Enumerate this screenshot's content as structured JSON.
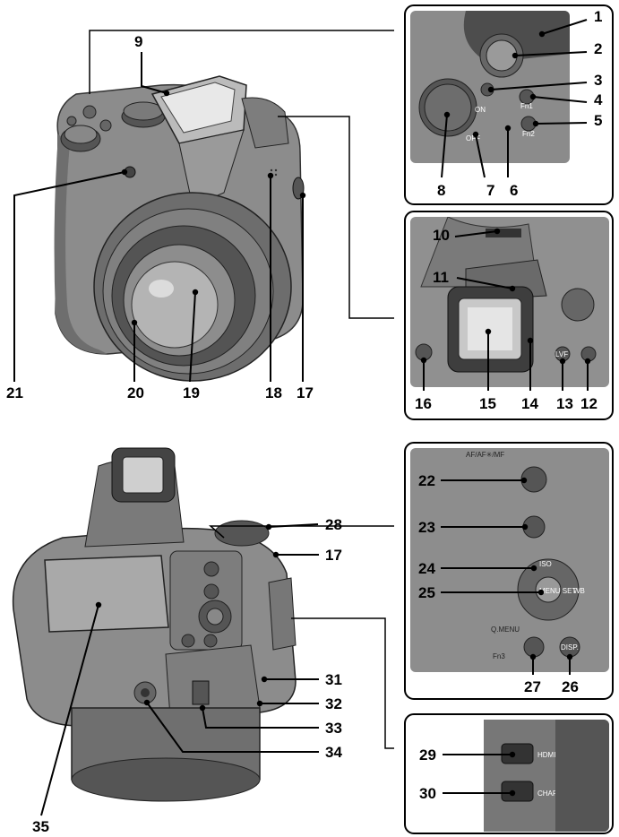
{
  "callouts": [
    {
      "id": "1",
      "label": "1"
    },
    {
      "id": "2",
      "label": "2"
    },
    {
      "id": "3",
      "label": "3"
    },
    {
      "id": "4",
      "label": "4"
    },
    {
      "id": "5",
      "label": "5"
    },
    {
      "id": "6",
      "label": "6"
    },
    {
      "id": "7",
      "label": "7"
    },
    {
      "id": "8",
      "label": "8"
    },
    {
      "id": "9",
      "label": "9"
    },
    {
      "id": "10",
      "label": "10"
    },
    {
      "id": "11",
      "label": "11"
    },
    {
      "id": "12",
      "label": "12"
    },
    {
      "id": "13",
      "label": "13"
    },
    {
      "id": "14",
      "label": "14"
    },
    {
      "id": "15",
      "label": "15"
    },
    {
      "id": "16",
      "label": "16"
    },
    {
      "id": "17",
      "label": "17"
    },
    {
      "id": "18",
      "label": "18"
    },
    {
      "id": "19",
      "label": "19"
    },
    {
      "id": "20",
      "label": "20"
    },
    {
      "id": "21",
      "label": "21"
    },
    {
      "id": "22",
      "label": "22"
    },
    {
      "id": "23",
      "label": "23"
    },
    {
      "id": "24",
      "label": "24"
    },
    {
      "id": "25",
      "label": "25"
    },
    {
      "id": "26",
      "label": "26"
    },
    {
      "id": "27",
      "label": "27"
    },
    {
      "id": "28",
      "label": "28"
    },
    {
      "id": "29",
      "label": "29"
    },
    {
      "id": "30",
      "label": "30"
    },
    {
      "id": "31",
      "label": "31"
    },
    {
      "id": "32",
      "label": "32"
    },
    {
      "id": "33",
      "label": "33"
    },
    {
      "id": "34",
      "label": "34"
    },
    {
      "id": "35",
      "label": "35"
    },
    {
      "id": "17b",
      "label": "17"
    }
  ],
  "button_labels": {
    "af_mf": "AF/AF✳/MF",
    "iso": "ISO",
    "wb": "WB",
    "menu_set": "MENU SET",
    "q_menu": "Q.MENU",
    "fn3": "Fn3",
    "disp": "DISP.",
    "fn1": "Fn1",
    "fn2": "Fn2",
    "lvf": "LVF",
    "on": "ON",
    "off": "OFF",
    "hdmi": "HDMI",
    "charge": "CHARGE"
  },
  "colors": {
    "body": "#8c8c8c",
    "body_dark": "#5a5a5a",
    "detail_panel": "#1f1f1f",
    "line": "#000000"
  }
}
